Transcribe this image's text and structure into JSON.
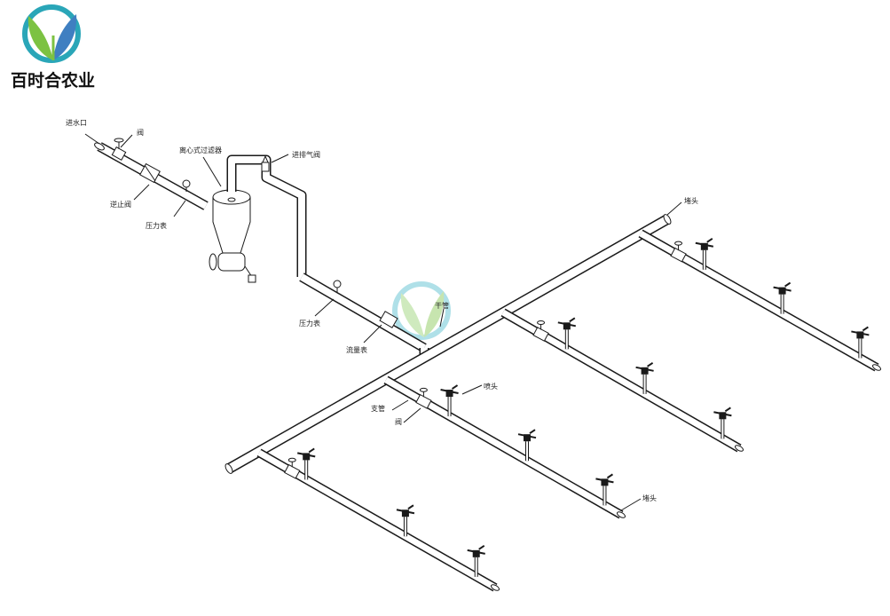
{
  "brand": {
    "name": "百时合农业",
    "logo_icon": "sprout-leaf-logo",
    "colors": {
      "teal": "#2aa6b8",
      "green": "#7cc242",
      "blue": "#3f7fc1"
    }
  },
  "labels": {
    "inlet": "进水口",
    "valve": "阀",
    "check_valve": "逆止阀",
    "pressure_gauge": "压力表",
    "centrifugal_filter": "离心式过滤器",
    "air_valve": "进排气阀",
    "pressure_gauge_2": "压力表",
    "flow_meter": "流量表",
    "main_pipe": "干管",
    "end_cap_top": "堵头",
    "sprinkler_head": "喷头",
    "branch_pipe": "支管",
    "branch_valve": "阀",
    "end_cap_bottom": "堵头"
  }
}
